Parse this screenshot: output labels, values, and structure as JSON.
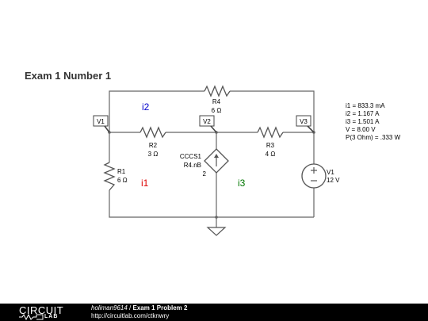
{
  "page_title": "Exam 1 Number 1",
  "results": [
    "i1 = 833.3 mA",
    "i2 = 1.167 A",
    "i3 = 1.501 A",
    "V = 8.00 V",
    "P(3 Ohm) = .333 W"
  ],
  "nodes": {
    "v1": "V1",
    "v2": "V2",
    "v3": "V3"
  },
  "components": {
    "r4": {
      "name": "R4",
      "value": "6 Ω"
    },
    "r2": {
      "name": "R2",
      "value": "3 Ω"
    },
    "r3": {
      "name": "R3",
      "value": "4 Ω"
    },
    "r1": {
      "name": "R1",
      "value": "6 Ω"
    },
    "cccs1": {
      "name": "CCCS1",
      "expr": "R4.nB",
      "gain": "2"
    },
    "v1src": {
      "name": "V1",
      "value": "12 V"
    }
  },
  "loop_currents": {
    "i1": {
      "label": "i1",
      "color": "#dd0000"
    },
    "i2": {
      "label": "i2",
      "color": "#0000cc"
    },
    "i3": {
      "label": "i3",
      "color": "#007700"
    }
  },
  "wire_color": "#666666",
  "footer": {
    "logo_top": "CIRCUIT",
    "logo_bottom": "LAB",
    "user": "holiman9614",
    "separator": "/",
    "project": "Exam 1 Problem 2",
    "url": "http://circuitlab.com/ctknwry"
  }
}
